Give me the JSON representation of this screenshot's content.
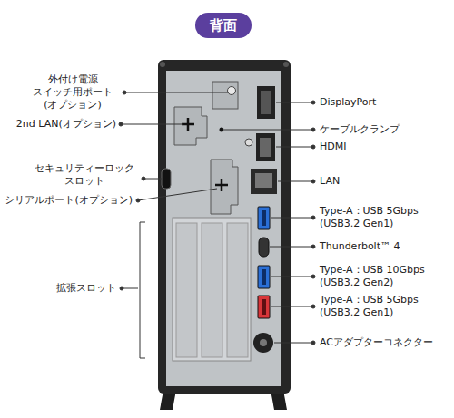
{
  "diagram": {
    "title": "背面",
    "labels": [
      "外付け電源 スイッチ用ポート (オプション)",
      "2nd LAN(オプション)",
      "セキュリティーロック スロット",
      "シリアルポート(オプション)",
      "拡張スロット",
      "DisplayPort",
      "ケーブルクランプ",
      "HDMI",
      "LAN",
      "Type-A：USB 5Gbps (USB3.2 Gen1)",
      "Thunderbolt™ 4",
      "Type-A：USB 10Gbps (USB3.2 Gen2)",
      "Type-A：USB 5Gbps (USB3.2 Gen1)",
      "ACアダプターコネクター"
    ]
  }
}
